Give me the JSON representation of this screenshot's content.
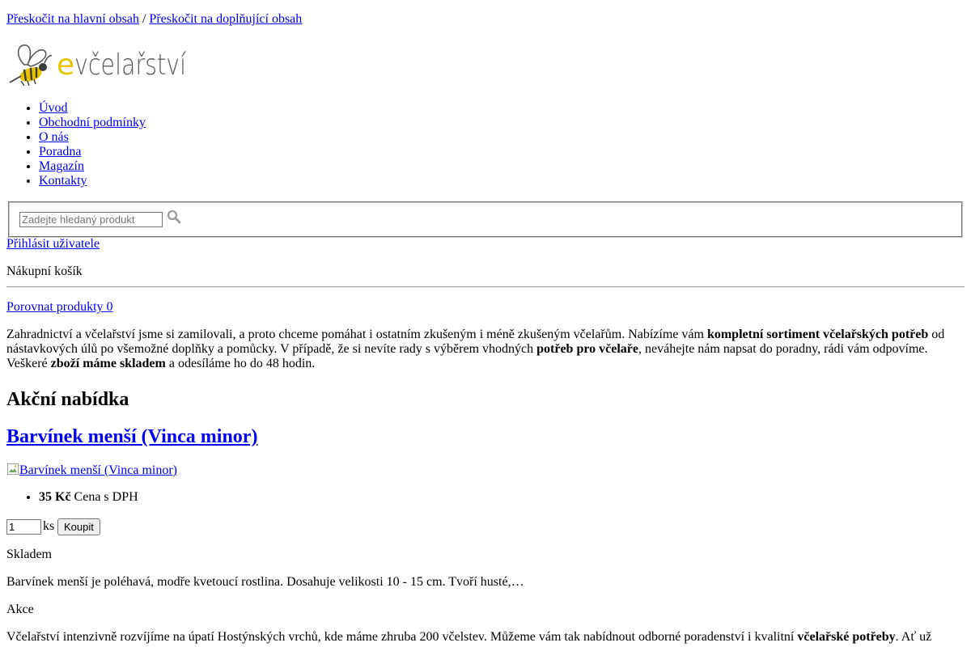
{
  "skip_links": {
    "main": "Přeskočit na hlavní obsah",
    "separator": "/",
    "secondary": "Přeskočit na doplňující obsah"
  },
  "logo": {
    "text": "evčelařství",
    "colors": {
      "accent": "#e8c400",
      "ink": "#5a5a5a"
    }
  },
  "nav": {
    "items": [
      {
        "label": "Úvod"
      },
      {
        "label": "Obchodní podmínky"
      },
      {
        "label": "O nás"
      },
      {
        "label": "Poradna"
      },
      {
        "label": "Magazín"
      },
      {
        "label": "Kontakty"
      }
    ]
  },
  "search": {
    "placeholder": "Zadejte hledaný produkt",
    "icon": "search-icon"
  },
  "user": {
    "login_label": "Přihlásit uživatele"
  },
  "cart": {
    "label": "Nákupní košík"
  },
  "compare": {
    "label": "Porovnat produkty",
    "count": "0"
  },
  "intro": {
    "t1": "Zahradnictví a včelařství jsme si zamilovali, a proto chceme pomáhat i ostatním zkušeným i méně zkušeným včelařům. Nabízíme vám ",
    "b1": "kompletní sortiment včelařských potřeb",
    "t2": " od nástavkových úlů po všemožné doplňky a pomůcky. V případě, že si nevíte rady s výběrem vhodných ",
    "b2": "potřeb pro včelaře",
    "t3": ", neváhejte nám napsat do poradny, rádi vám odpovíme. Veškeré ",
    "b3": "zboží máme skladem",
    "t4": " a odesíláme ho do 48 hodin."
  },
  "offer": {
    "heading": "Akční nabídka"
  },
  "product": {
    "title": "Barvínek menší (Vinca minor)",
    "image_alt": "Barvínek menší (Vinca minor)",
    "price": "35 Kč",
    "price_note": " Cena s DPH",
    "quantity": "1",
    "unit": "ks",
    "buy_label": "Koupit",
    "stock": "Skladem",
    "description": "Barvínek menší je poléhavá, modře kvetoucí rostlina. Dosahuje velikosti 10 - 15 cm. Tvoří husté,…",
    "badge": "Akce"
  },
  "outro": {
    "t1": "Včelařství intenzivně rozvíjíme na úpatí Hostýnských vrchů, kde máme zhruba 200 včelstev. Můžeme vám tak nabídnout odborné poradenství i kvalitní ",
    "b1": "včelařské potřeby",
    "t2": ". Ať už"
  }
}
